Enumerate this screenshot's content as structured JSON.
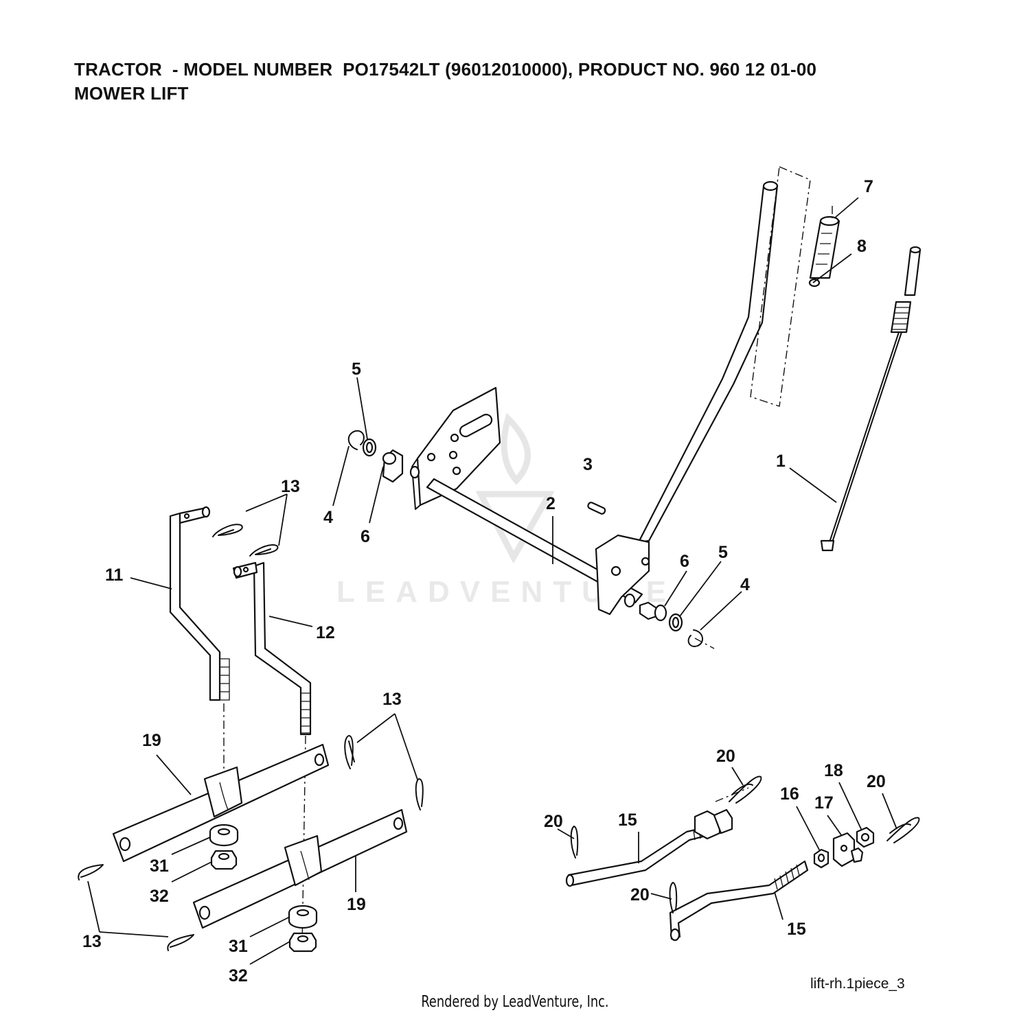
{
  "header": {
    "title_line1": "TRACTOR  - MODEL NUMBER  PO17542LT (96012010000), PRODUCT NO. 960 12 01-00",
    "title_line2": "MOWER LIFT"
  },
  "watermark": {
    "text": "LEADVENTURE"
  },
  "drawing_code": "lift-rh.1piece_3",
  "footer": {
    "text": "Rendered by LeadVenture, Inc."
  },
  "callouts": {
    "c1": "1",
    "c2": "2",
    "c3": "3",
    "c4a": "4",
    "c4b": "4",
    "c5a": "5",
    "c5b": "5",
    "c6a": "6",
    "c6b": "6",
    "c7": "7",
    "c8": "8",
    "c11": "11",
    "c12": "12",
    "c13a": "13",
    "c13b": "13",
    "c13c": "13",
    "c15a": "15",
    "c15b": "15",
    "c16": "16",
    "c17": "17",
    "c18": "18",
    "c19a": "19",
    "c19b": "19",
    "c20a": "20",
    "c20b": "20",
    "c20c": "20",
    "c20d": "20",
    "c31a": "31",
    "c31b": "31",
    "c32a": "32",
    "c32b": "32"
  }
}
